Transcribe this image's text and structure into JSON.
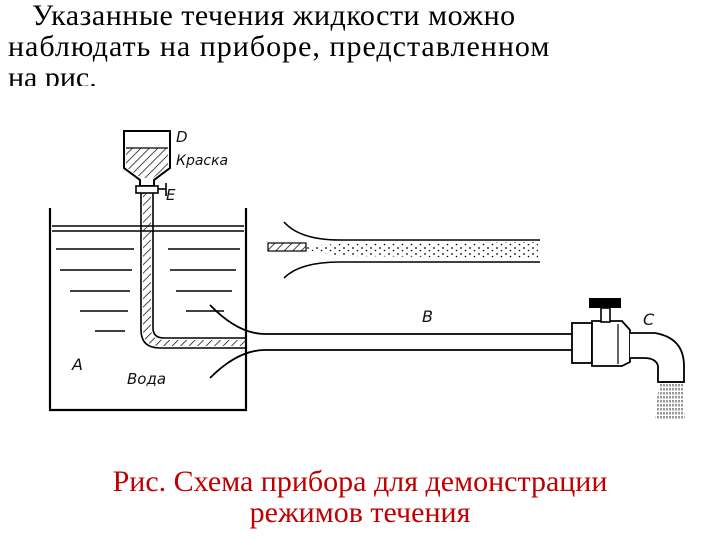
{
  "heading": {
    "line1": "Указанные течения жидкости можно",
    "line2": "наблюдать на приборе, представленном",
    "line3": "на рис."
  },
  "diagram": {
    "labels": {
      "D": "D",
      "kraska": "Краска",
      "E": "E",
      "A": "A",
      "voda": "Вода",
      "B": "B",
      "C": "C"
    }
  },
  "caption": {
    "line1": "Рис. Схема прибора для демонстрации",
    "line2": "режимов течения"
  },
  "colors": {
    "caption": "#c00000",
    "ink": "#000000"
  }
}
